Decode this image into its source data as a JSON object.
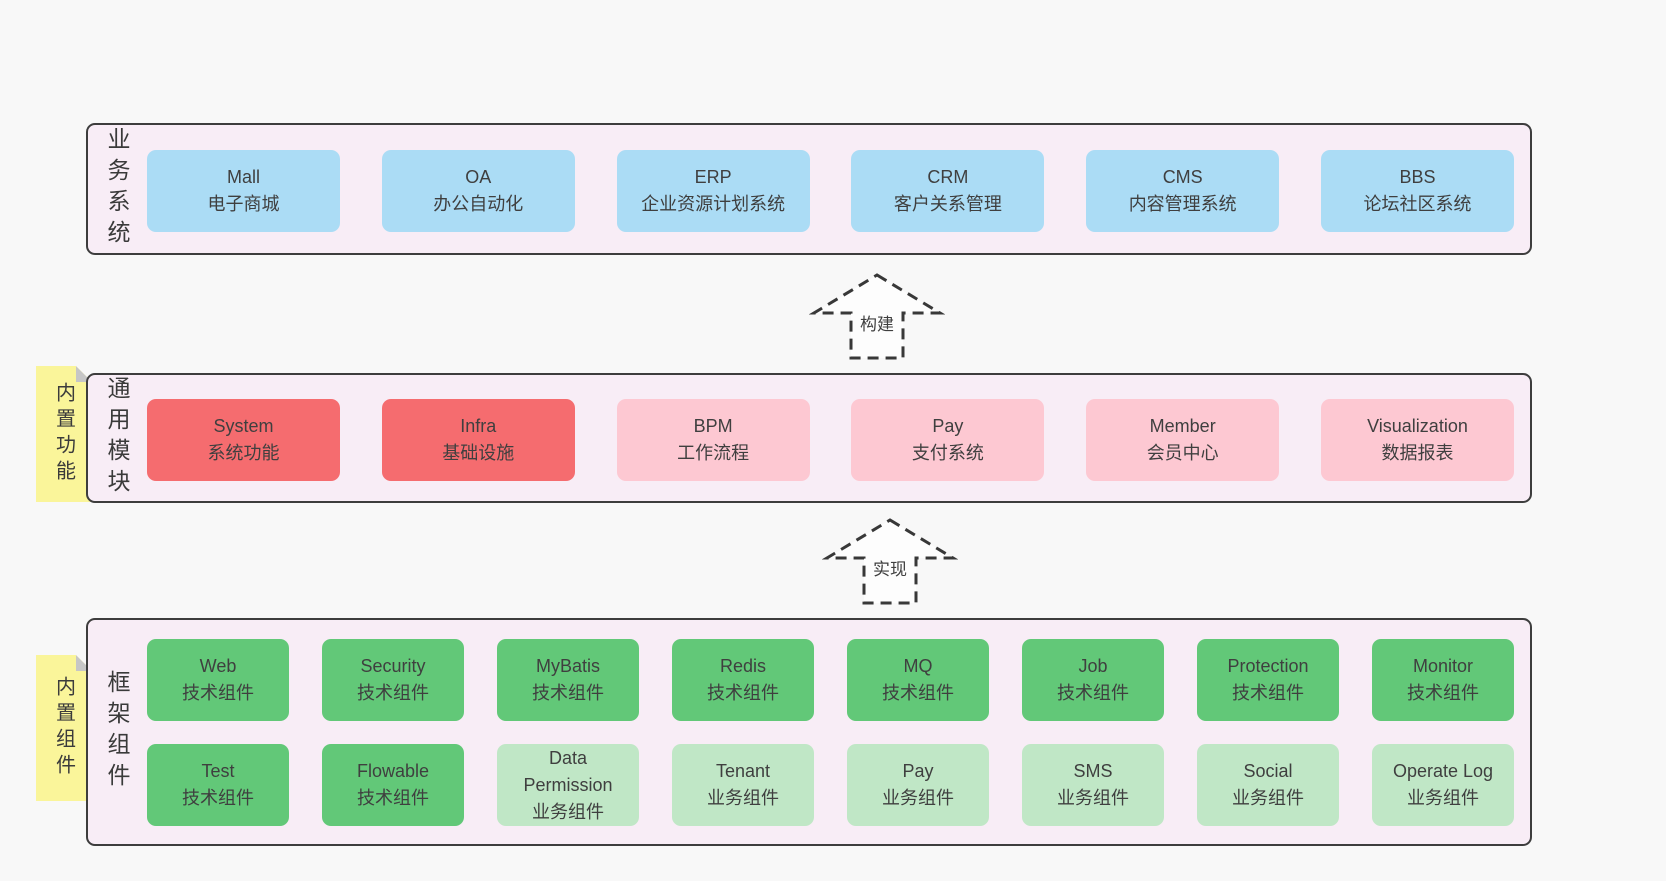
{
  "diagram": {
    "colors": {
      "background": "#f8f8f8",
      "panel_fill": "#f8edf6",
      "panel_border": "#3d3d3d",
      "business_box": "#abdcf5",
      "core_module_box": "#f56c6f",
      "extended_module_box": "#fdc8d2",
      "tech_component_box": "#62c878",
      "biz_component_box": "#c0e7c6",
      "sticky_tag": "#faf59a",
      "text": "#3f3f3f"
    },
    "panels": {
      "business": {
        "label": "业务系统",
        "boxes": [
          {
            "title": "Mall",
            "subtitle": "电子商城"
          },
          {
            "title": "OA",
            "subtitle": "办公自动化"
          },
          {
            "title": "ERP",
            "subtitle": "企业资源计划系统"
          },
          {
            "title": "CRM",
            "subtitle": "客户关系管理"
          },
          {
            "title": "CMS",
            "subtitle": "内容管理系统"
          },
          {
            "title": "BBS",
            "subtitle": "论坛社区系统"
          }
        ]
      },
      "modules": {
        "label": "通用模块",
        "tag": "内置功能",
        "boxes": [
          {
            "title": "System",
            "subtitle": "系统功能"
          },
          {
            "title": "Infra",
            "subtitle": "基础设施"
          },
          {
            "title": "BPM",
            "subtitle": "工作流程"
          },
          {
            "title": "Pay",
            "subtitle": "支付系统"
          },
          {
            "title": "Member",
            "subtitle": "会员中心"
          },
          {
            "title": "Visualization",
            "subtitle": "数据报表"
          }
        ]
      },
      "framework": {
        "label": "框架组件",
        "tag": "内置组件",
        "rows": [
          [
            {
              "title": "Web",
              "subtitle": "技术组件"
            },
            {
              "title": "Security",
              "subtitle": "技术组件"
            },
            {
              "title": "MyBatis",
              "subtitle": "技术组件"
            },
            {
              "title": "Redis",
              "subtitle": "技术组件"
            },
            {
              "title": "MQ",
              "subtitle": "技术组件"
            },
            {
              "title": "Job",
              "subtitle": "技术组件"
            },
            {
              "title": "Protection",
              "subtitle": "技术组件"
            },
            {
              "title": "Monitor",
              "subtitle": "技术组件"
            }
          ],
          [
            {
              "title": "Test",
              "subtitle": "技术组件"
            },
            {
              "title": "Flowable",
              "subtitle": "技术组件"
            },
            {
              "title": "Data Permission",
              "subtitle": "业务组件"
            },
            {
              "title": "Tenant",
              "subtitle": "业务组件"
            },
            {
              "title": "Pay",
              "subtitle": "业务组件"
            },
            {
              "title": "SMS",
              "subtitle": "业务组件"
            },
            {
              "title": "Social",
              "subtitle": "业务组件"
            },
            {
              "title": "Operate Log",
              "subtitle": "业务组件"
            }
          ]
        ]
      }
    },
    "arrows": [
      {
        "label": "构建"
      },
      {
        "label": "实现"
      }
    ]
  }
}
